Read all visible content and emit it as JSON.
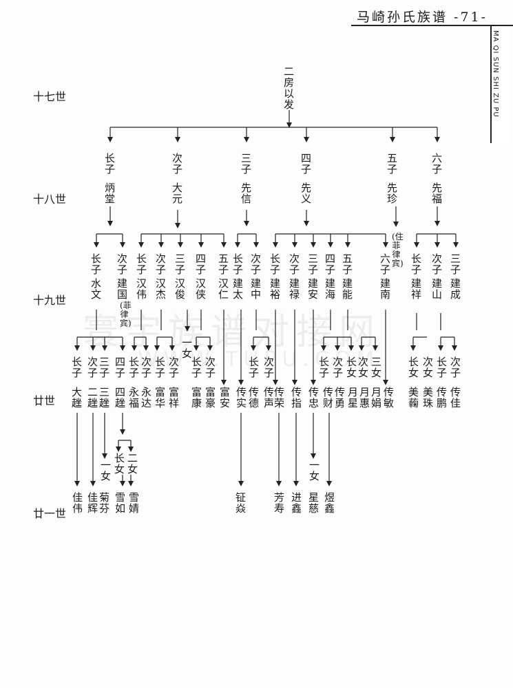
{
  "header": {
    "title": "马崎孙氏族谱 -71-",
    "side_text": "MA QI SUN SHI ZU PU"
  },
  "watermark": {
    "cn": "寰宇族谱对接网",
    "en": "WWW.TUPU.COM"
  },
  "generations": [
    "十七世",
    "十八世",
    "十九世",
    "廿世",
    "廿一世"
  ],
  "root": "二房以发",
  "gen18": [
    {
      "rank": "长子",
      "name": "炳堂"
    },
    {
      "rank": "次子",
      "name": "大元"
    },
    {
      "rank": "三子",
      "name": "先信"
    },
    {
      "rank": "四子",
      "name": "先义"
    },
    {
      "rank": "五子",
      "name": "先珍"
    },
    {
      "rank": "六子",
      "name": "先福"
    }
  ],
  "gen18_note": "(住菲律宾)",
  "gen19": [
    {
      "rank": "长子",
      "name": "水文"
    },
    {
      "rank": "次子",
      "name": "建国"
    },
    {
      "rank": "长子",
      "name": "汉伟"
    },
    {
      "rank": "次子",
      "name": "汉杰"
    },
    {
      "rank": "三子",
      "name": "汉俊"
    },
    {
      "rank": "四子",
      "name": "汉侠"
    },
    {
      "rank": "五子",
      "name": "汉仁"
    },
    {
      "rank": "长子",
      "name": "建太"
    },
    {
      "rank": "次子",
      "name": "建中"
    },
    {
      "rank": "长子",
      "name": "建裕"
    },
    {
      "rank": "次子",
      "name": "建禄"
    },
    {
      "rank": "三子",
      "name": "建安"
    },
    {
      "rank": "四子",
      "name": "建海"
    },
    {
      "rank": "五子",
      "name": "建能"
    },
    {
      "rank": "六子",
      "name": "建南"
    },
    {
      "rank": "长子",
      "name": "建祥"
    },
    {
      "rank": "次子",
      "name": "建山"
    },
    {
      "rank": "三子",
      "name": "建成"
    }
  ],
  "gen19_note": "(菲律宾)",
  "gen20": [
    {
      "rank": "长子",
      "name": "大趖"
    },
    {
      "rank": "次子",
      "name": "二趖"
    },
    {
      "rank": "三子",
      "name": "三趖"
    },
    {
      "rank": "四子",
      "name": "四趖"
    },
    {
      "rank": "长子",
      "name": "永福"
    },
    {
      "rank": "次子",
      "name": "永达"
    },
    {
      "rank": "长子",
      "name": "富华"
    },
    {
      "rank": "次子",
      "name": "富祥"
    },
    {
      "rank": "一女",
      "name": ""
    },
    {
      "rank": "长子",
      "name": "富康"
    },
    {
      "rank": "次子",
      "name": "富豪"
    },
    {
      "rank": "",
      "name": "富安"
    },
    {
      "rank": "",
      "name": "传实"
    },
    {
      "rank": "长子",
      "name": "传德"
    },
    {
      "rank": "次子",
      "name": "传声"
    },
    {
      "rank": "",
      "name": "传荣"
    },
    {
      "rank": "",
      "name": "传指"
    },
    {
      "rank": "",
      "name": "传忠"
    },
    {
      "rank": "长子",
      "name": "传财"
    },
    {
      "rank": "次子",
      "name": "传勇"
    },
    {
      "rank": "长女",
      "name": "月星"
    },
    {
      "rank": "次女",
      "name": "月惠"
    },
    {
      "rank": "三女",
      "name": "月娟"
    },
    {
      "rank": "",
      "name": "传敏"
    },
    {
      "rank": "长女",
      "name": "美䕮"
    },
    {
      "rank": "次女",
      "name": "美珠"
    },
    {
      "rank": "长子",
      "name": "传鹏"
    },
    {
      "rank": "次子",
      "name": "传佳"
    }
  ],
  "gen20_daughters": [
    "一女",
    "长女",
    "二女",
    "一女"
  ],
  "gen21": [
    "佳伟",
    "佳辉",
    "菊芬",
    "雪如",
    "雪婧",
    "钲焱",
    "芳寿",
    "进鑫",
    "星慈",
    "煜鑫"
  ]
}
